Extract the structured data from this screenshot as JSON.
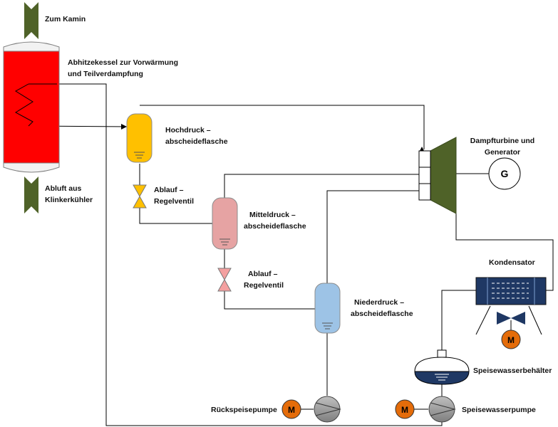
{
  "labels": {
    "chimney": "Zum Kamin",
    "boiler_line1": "Abhitzekessel zur Vorwärmung",
    "boiler_line2": "und Teilverdampfung",
    "exhaust_line1": "Abluft aus",
    "exhaust_line2": "Klinkerkühler",
    "hp_line1": "Hochdruck –",
    "hp_line2": "abscheideflasche",
    "valve1_line1": "Ablauf –",
    "valve1_line2": "Regelventil",
    "mp_line1": "Mitteldruck –",
    "mp_line2": "abscheideflasche",
    "valve2_line1": "Ablauf –",
    "valve2_line2": "Regelventil",
    "lp_line1": "Niederdruck –",
    "lp_line2": "abscheideflasche",
    "turbine_line1": "Dampfturbine und",
    "turbine_line2": "Generator",
    "condenser": "Kondensator",
    "feedtank": "Speisewasserbehälter",
    "return_pump": "Rückspeisepumpe",
    "feed_pump": "Speisewasserpumpe"
  },
  "symbols": {
    "generator": "G",
    "motor": "M"
  },
  "colors": {
    "boiler": "#ff0000",
    "hp_drum": "#ffc000",
    "mp_drum": "#e6a3a3",
    "lp_drum": "#9dc3e6",
    "turbine": "#4f6228",
    "arrow": "#4f6228",
    "condenser": "#1f3864",
    "motor": "#e46c0a",
    "valve_hp": "#ffc000",
    "valve_mp": "#f4a0a0",
    "pump": "#8c8c8c"
  }
}
